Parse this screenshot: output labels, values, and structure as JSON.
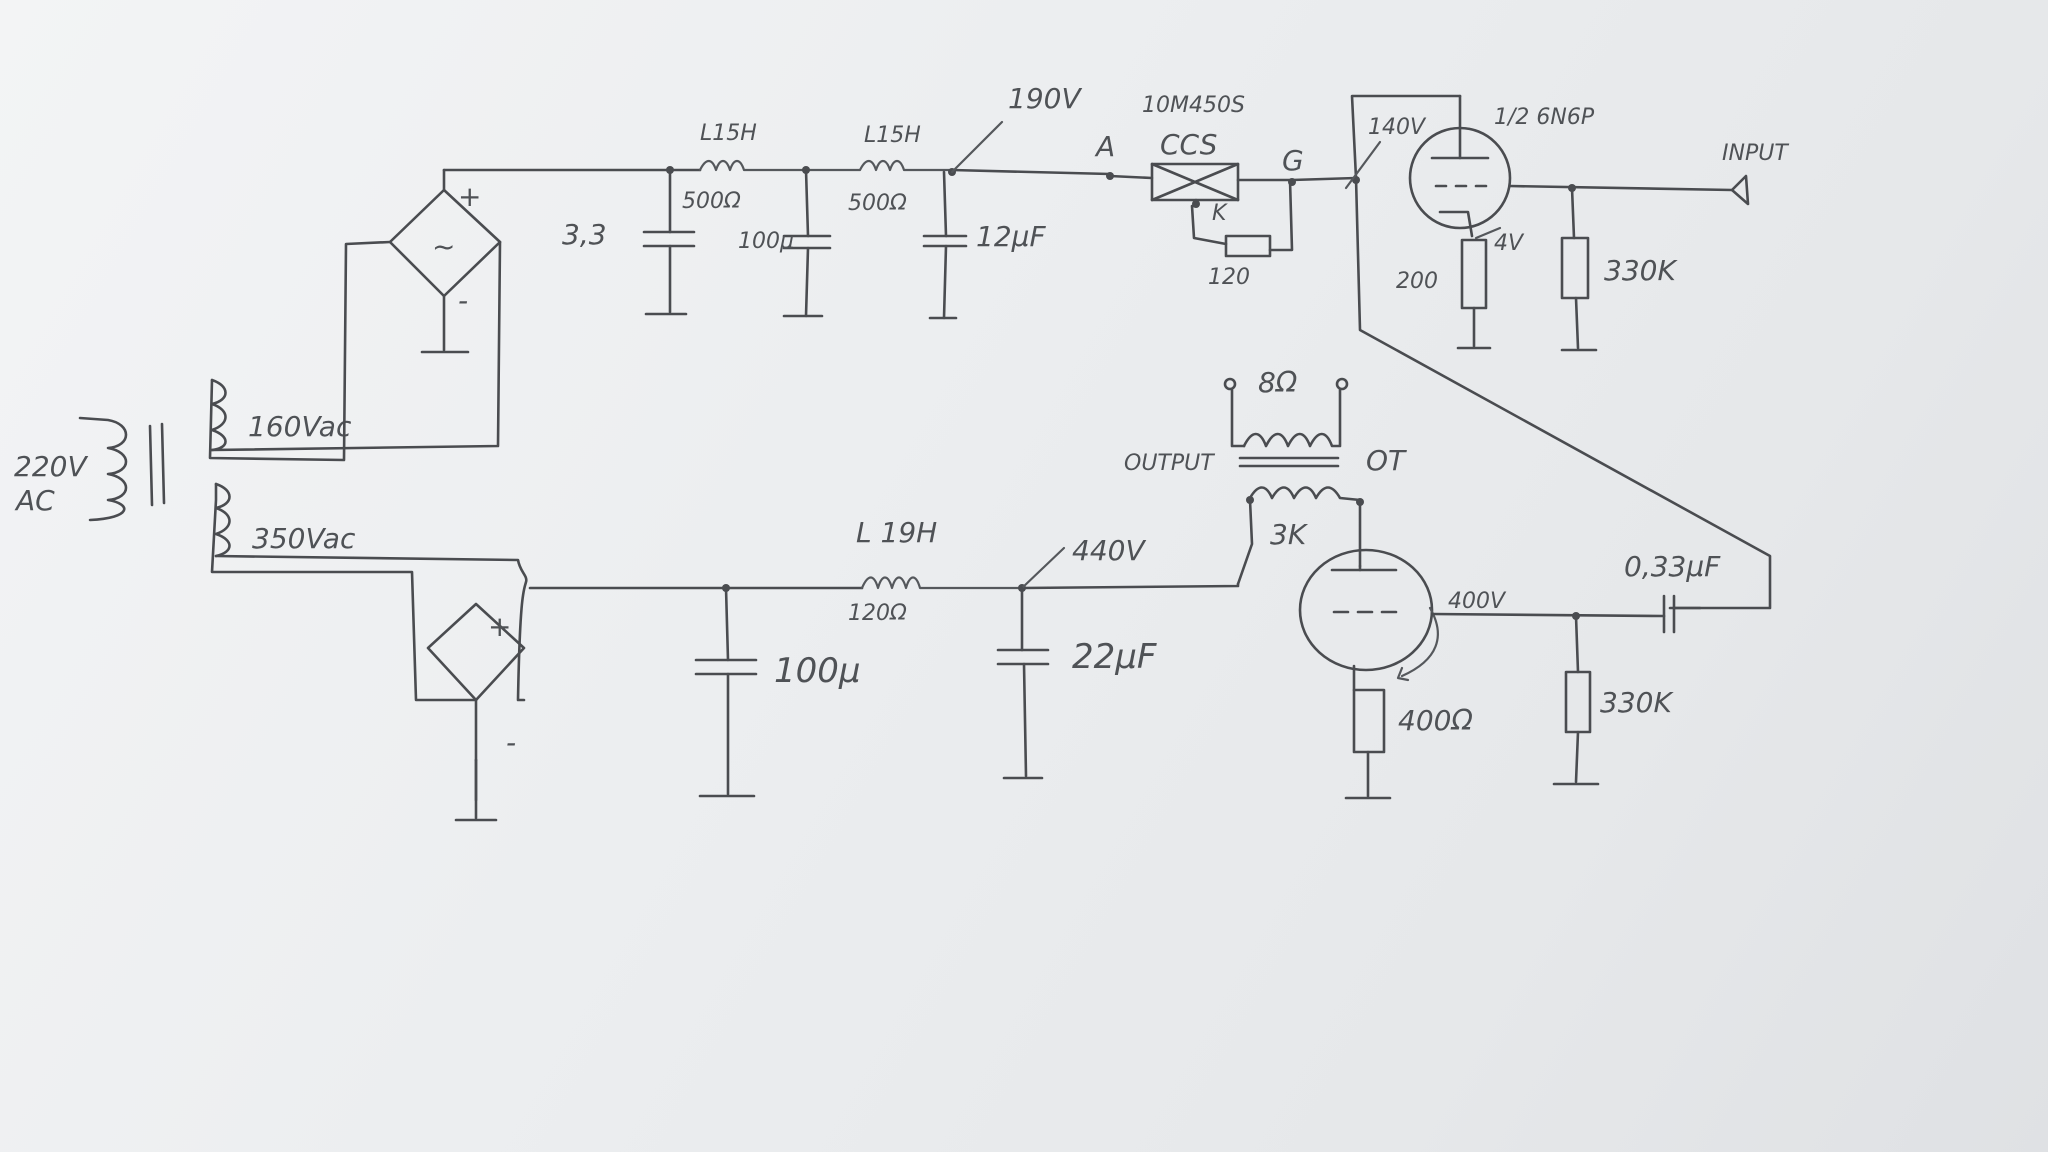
{
  "labels": {
    "mains": "220V",
    "mains_ac": "AC",
    "sec_low": "160Vac",
    "sec_high": "350Vac",
    "rect_plus": "+",
    "rect_minus": "-",
    "rect_ac": "~",
    "cap1": "3,3",
    "choke1": "L15H",
    "choke1_r": "500Ω",
    "cap2": "100μ",
    "choke2": "L15H",
    "choke2_r": "500Ω",
    "cap3": "12μF",
    "node_190": "190V",
    "ccs_part": "10M450S",
    "ccs_name": "CCS",
    "ccs_a": "A",
    "ccs_g": "G",
    "ccs_k": "K",
    "ccs_r": "120",
    "node_140": "140V",
    "tube1": "1/2 6N6P",
    "input": "INPUT",
    "cathode1_r": "200",
    "cathode1_v": "4V",
    "grid1_r": "330K",
    "spk": "8Ω",
    "output": "OUTPUT",
    "ot": "OT",
    "ot_primary": "3K",
    "choke3": "L 19H",
    "choke3_r": "120Ω",
    "node_440": "440V",
    "cap4": "100μ",
    "cap5": "22μF",
    "node_400": "400V",
    "cathode2_r": "400Ω",
    "coupling_cap": "0,33μF",
    "grid2_r": "330K"
  }
}
